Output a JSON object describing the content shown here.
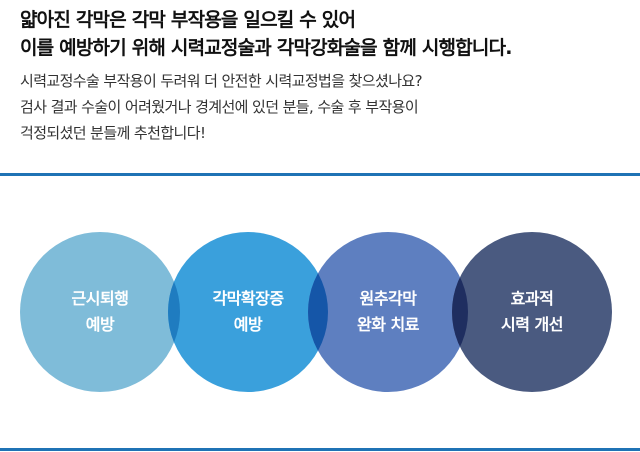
{
  "headline": {
    "line1": "얇아진 각막은 각막 부작용을 일으킬 수 있어",
    "line2": "이를 예방하기 위해 시력교정술과 각막강화술을 함께 시행합니다."
  },
  "description": {
    "line1": "시력교정수술 부작용이 두려워 더 안전한 시력교정법을 찾으셨나요?",
    "line2": "검사 결과 수술이 어려웠거나 경계선에 있던 분들, 수술 후 부작용이",
    "line3": "걱정되셨던 분들께 추천합니다!"
  },
  "benefits": [
    {
      "line1": "근시퇴행",
      "line2": "예방",
      "color": "#7fbcd9"
    },
    {
      "line1": "각막확장증",
      "line2": "예방",
      "color": "#3aa0dc"
    },
    {
      "line1": "원추각막",
      "line2": "완화 치료",
      "color": "#5e7fc0"
    },
    {
      "line1": "효과적",
      "line2": "시력 개선",
      "color": "#4a5a80"
    }
  ],
  "overlap_colors": [
    "#1f7cc0",
    "#1556a8",
    "#1f2e60"
  ],
  "rule_color": "#1f73b5"
}
